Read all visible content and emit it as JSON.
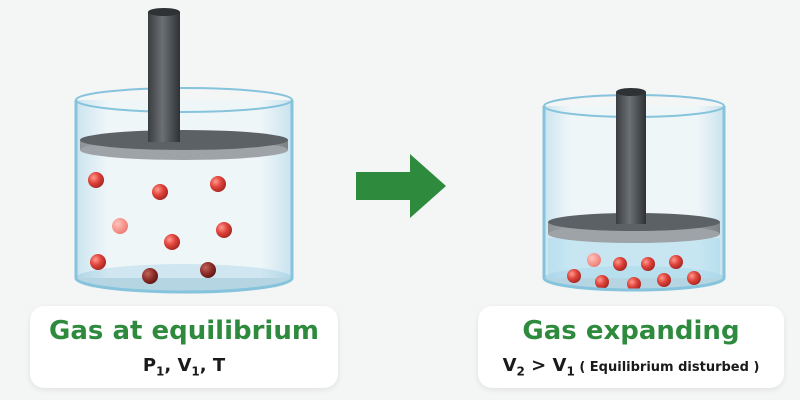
{
  "colors": {
    "arrow": "#2e8b3e",
    "title_text": "#2e8b3e",
    "molecule": "#e0443c",
    "molecule_dark": "#8a2a26",
    "glass": "#bfe3f2",
    "piston": "#555a5e",
    "rod": "#4a4e52"
  },
  "icons": {
    "arrow": "right-arrow-icon"
  },
  "left_panel": {
    "title": "Gas at equilibrium",
    "formula": {
      "p": "P",
      "p_sub": "1",
      "sep1": ", ",
      "v": "V",
      "v_sub": "1",
      "sep2": ", ",
      "t": "T"
    }
  },
  "right_panel": {
    "title": "Gas expanding",
    "formula": {
      "v2": "V",
      "v2_sub": "2",
      "gt": " > ",
      "v1": "V",
      "v1_sub": "1",
      "note": " ( Equilibrium disturbed )"
    }
  }
}
